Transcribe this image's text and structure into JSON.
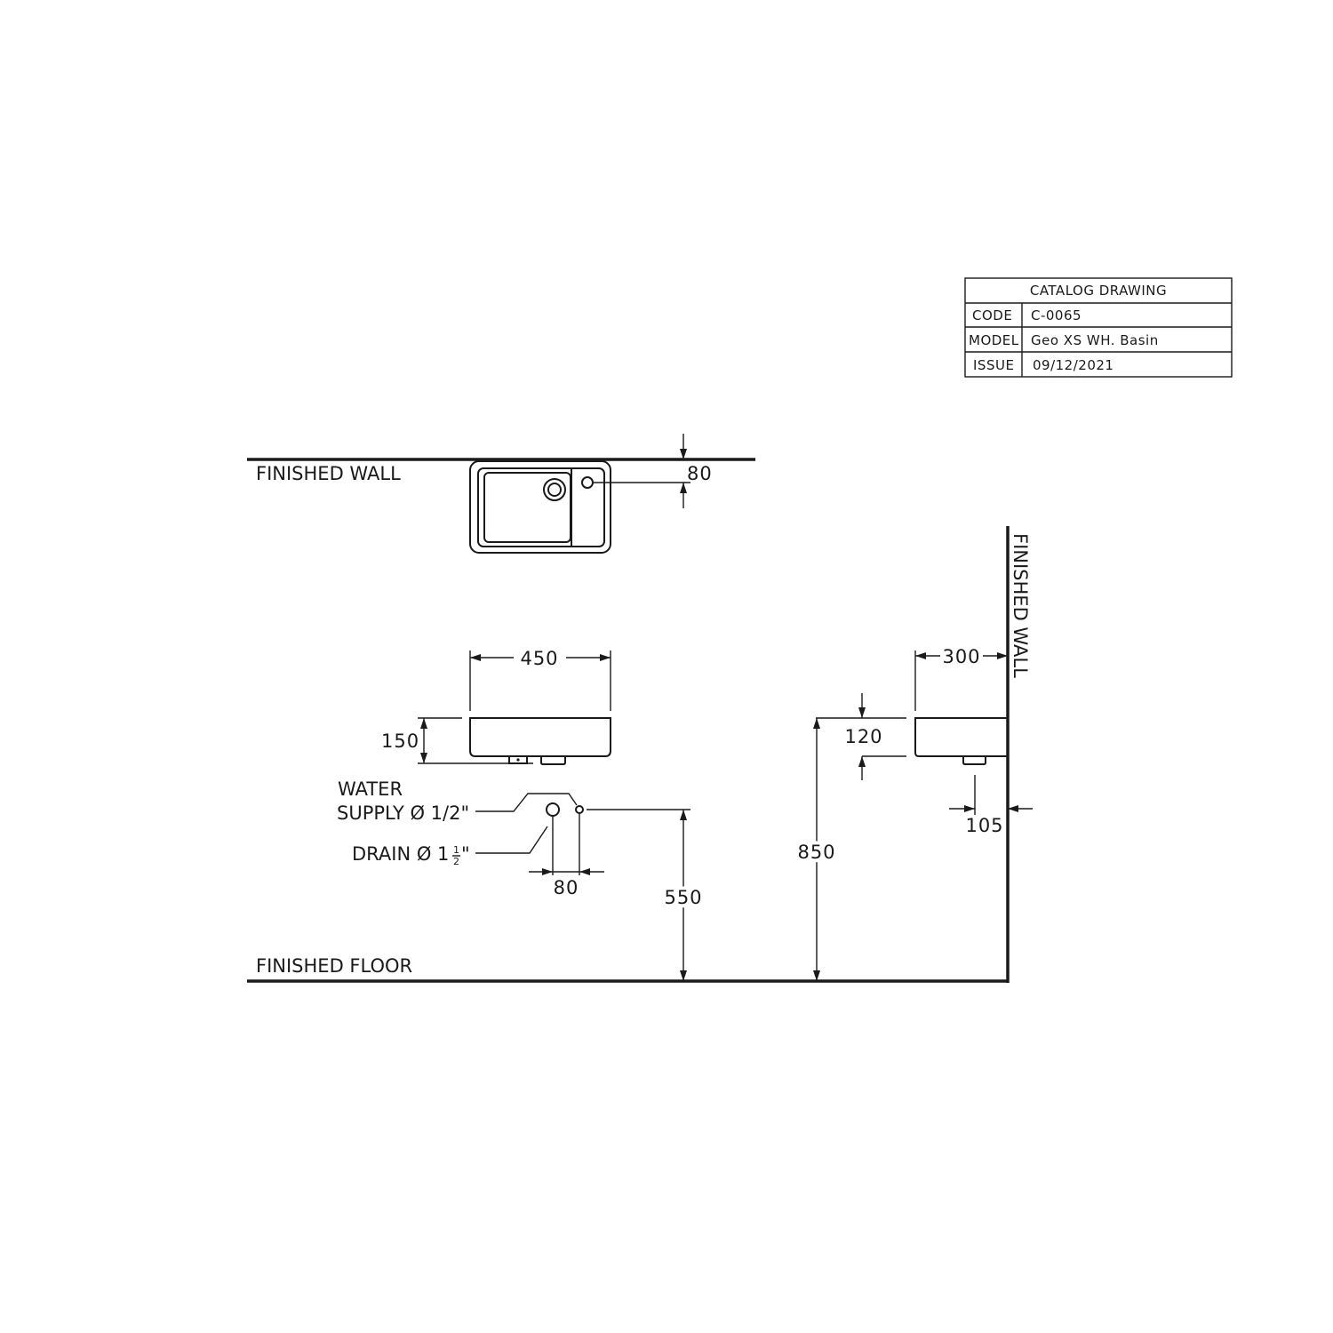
{
  "title_block": {
    "heading": "CATALOG DRAWING",
    "rows": [
      {
        "key": "CODE",
        "value": "C-0065"
      },
      {
        "key": "MODEL",
        "value": "Geo XS WH. Basin"
      },
      {
        "key": "ISSUE",
        "value": "09/12/2021"
      }
    ]
  },
  "labels": {
    "finished_wall_top": "FINISHED WALL",
    "finished_wall_side": "FINISHED WALL",
    "finished_floor": "FINISHED FLOOR",
    "water_line1": "WATER",
    "water_line2": "SUPPLY Ø 1/2\"",
    "drain_prefix": "DRAIN Ø 1",
    "drain_num": "1",
    "drain_den": "2",
    "drain_suffix": "\""
  },
  "dimensions": {
    "top_wall_offset": "80",
    "width": "450",
    "front_height": "150",
    "depth": "300",
    "side_height": "120",
    "drain_offset": "105",
    "drain_spacing": "80",
    "supply_height": "550",
    "rim_height": "850"
  }
}
